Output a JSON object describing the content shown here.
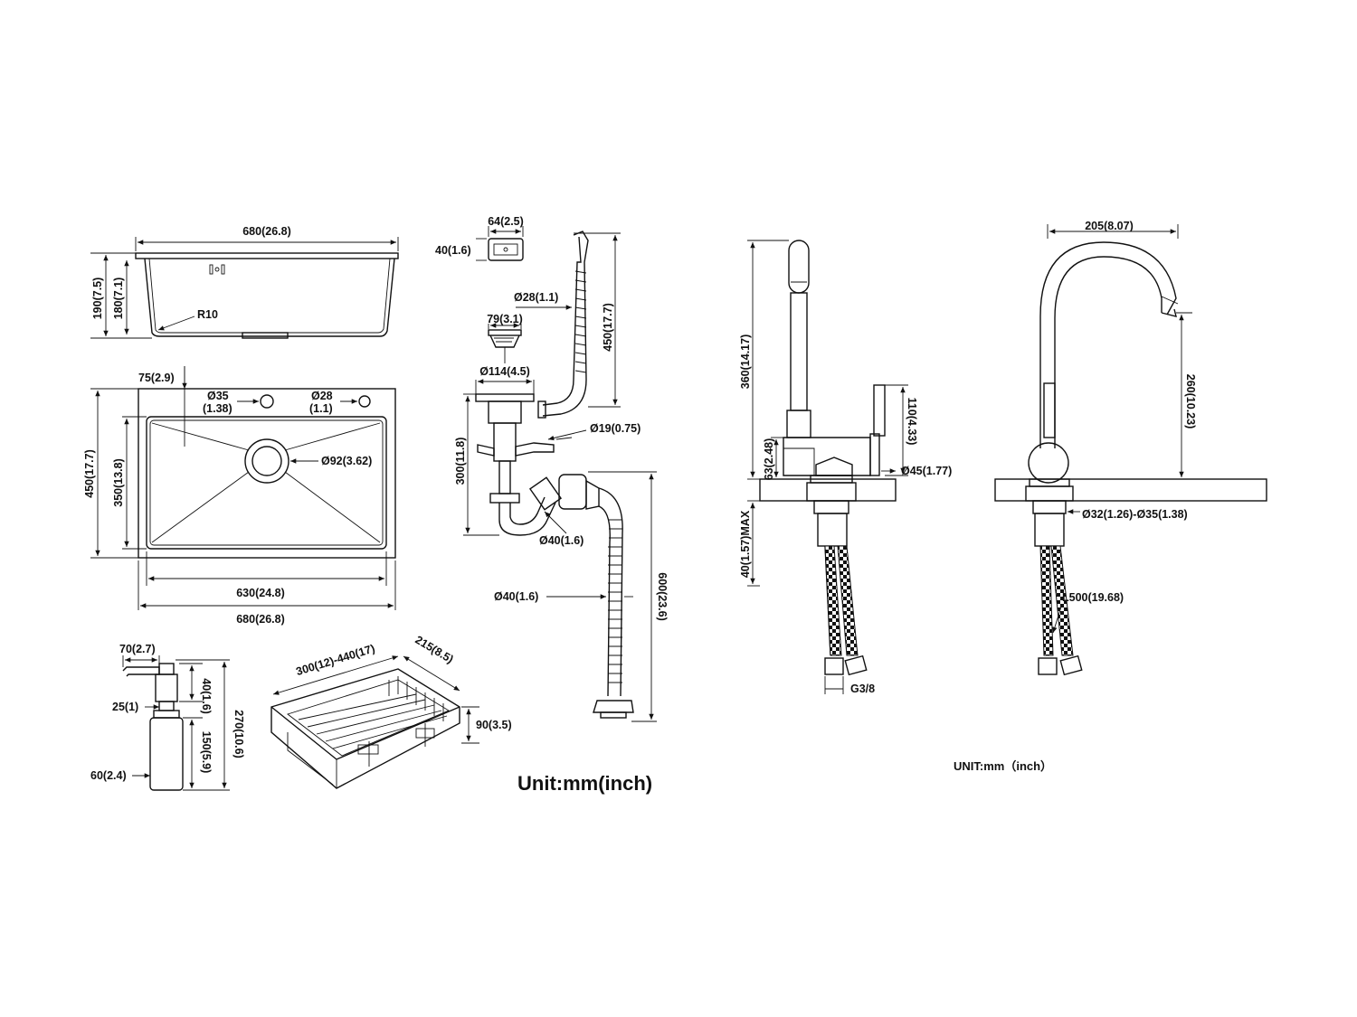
{
  "sink_side": {
    "width": "680(26.8)",
    "outer_height": "190(7.5)",
    "inner_height": "180(7.1)",
    "radius": "R10"
  },
  "sink_top": {
    "offset": "75(2.9)",
    "hole1_dia": "Ø35",
    "hole1_inch": "(1.38)",
    "hole2_dia": "Ø28",
    "hole2_inch": "(1.1)",
    "drain_dia": "Ø92(3.62)",
    "outer_depth": "450(17.7)",
    "inner_depth": "350(13.8)",
    "inner_width": "630(24.8)",
    "outer_width": "680(26.8)"
  },
  "drain": {
    "overflow_width": "64(2.5)",
    "overflow_height": "40(1.6)",
    "hose_dia": "Ø28(1.1)",
    "strainer_dia": "79(3.1)",
    "hose_length": "450(17.7)",
    "flange_dia": "Ø114(4.5)",
    "side_inlet_dia": "Ø19(0.75)",
    "pipe_height": "300(11.8)",
    "trap_dia": "Ø40(1.6)",
    "outlet_dia": "Ø40(1.6)",
    "total_length": "600(23.6)",
    "unit_label": "Unit:mm(inch)"
  },
  "dispenser": {
    "spout": "70(2.7)",
    "neck": "25(1)",
    "head_height": "40(1.6)",
    "bottle_height": "150(5.9)",
    "total_height": "270(10.6)",
    "bottle_dia": "60(2.4)"
  },
  "basket": {
    "length": "300(12)-440(17)",
    "width": "215(8.5)",
    "height": "90(3.5)"
  },
  "faucet_side": {
    "height": "360(14.17)",
    "lever": "110(4.33)",
    "base_height": "63(2.48)",
    "base_dia": "Ø45(1.77)",
    "max_thickness": "40(1.57)MAX",
    "thread": "G3/8"
  },
  "faucet_front": {
    "reach": "205(8.07)",
    "spout_height": "260(10.23)",
    "hole_range": "Ø32(1.26)-Ø35(1.38)",
    "hose_length": "L500(19.68)",
    "unit_label": "UNIT:mm（inch）"
  }
}
